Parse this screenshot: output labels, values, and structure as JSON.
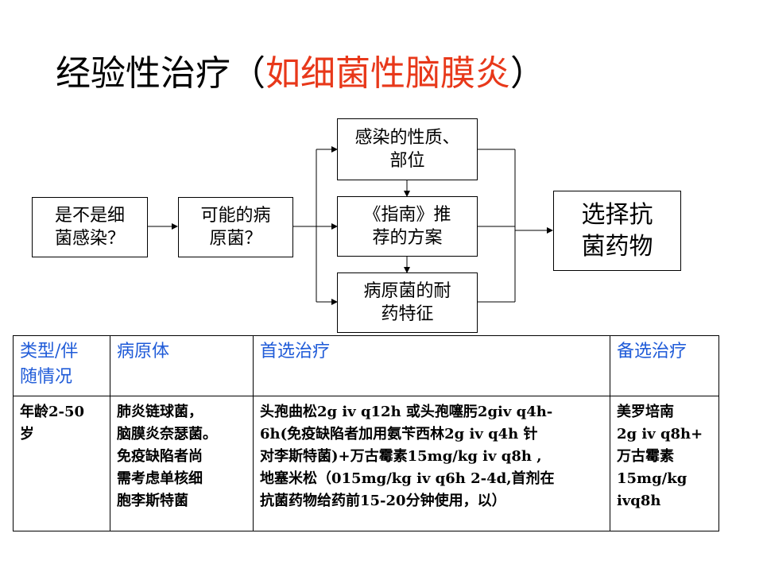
{
  "title": {
    "main": "经验性治疗（",
    "highlight": "如细菌性脑膜炎",
    "close": "）"
  },
  "flow": {
    "q1": "是不是细\n菌感染？",
    "q2": "可能的病\n原菌？",
    "f1": "感染的性质、\n部位",
    "f2": "《指南》推\n荐的方案",
    "f3": "病原菌的耐\n药特征",
    "result": "选择抗\n菌药物"
  },
  "table": {
    "headers": [
      "类型/伴\n随情况",
      "病原体",
      "首选治疗",
      "备选治疗"
    ],
    "row": {
      "type": "年龄2-50\n岁",
      "pathogen": "肺炎链球菌，\n脑膜炎奈瑟菌。\n免疫缺陷者尚\n需考虑单核细\n胞李斯特菌",
      "first": "头孢曲松2g iv q12h 或头孢噻肟2giv q4h-\n6h(免疫缺陷者加用氨苄西林2g iv q4h 针\n对李斯特菌)+万古霉素15mg/kg iv q8h ,\n地塞米松（015mg/kg iv q6h 2-4d,首剂在\n抗菌药物给药前15-20分钟使用，以）",
      "alt": "美罗培南\n2g iv q8h+\n万古霉素\n15mg/kg\nivq8h"
    }
  },
  "colors": {
    "title_highlight": "#e8381a",
    "table_header": "#1f5bd8"
  }
}
